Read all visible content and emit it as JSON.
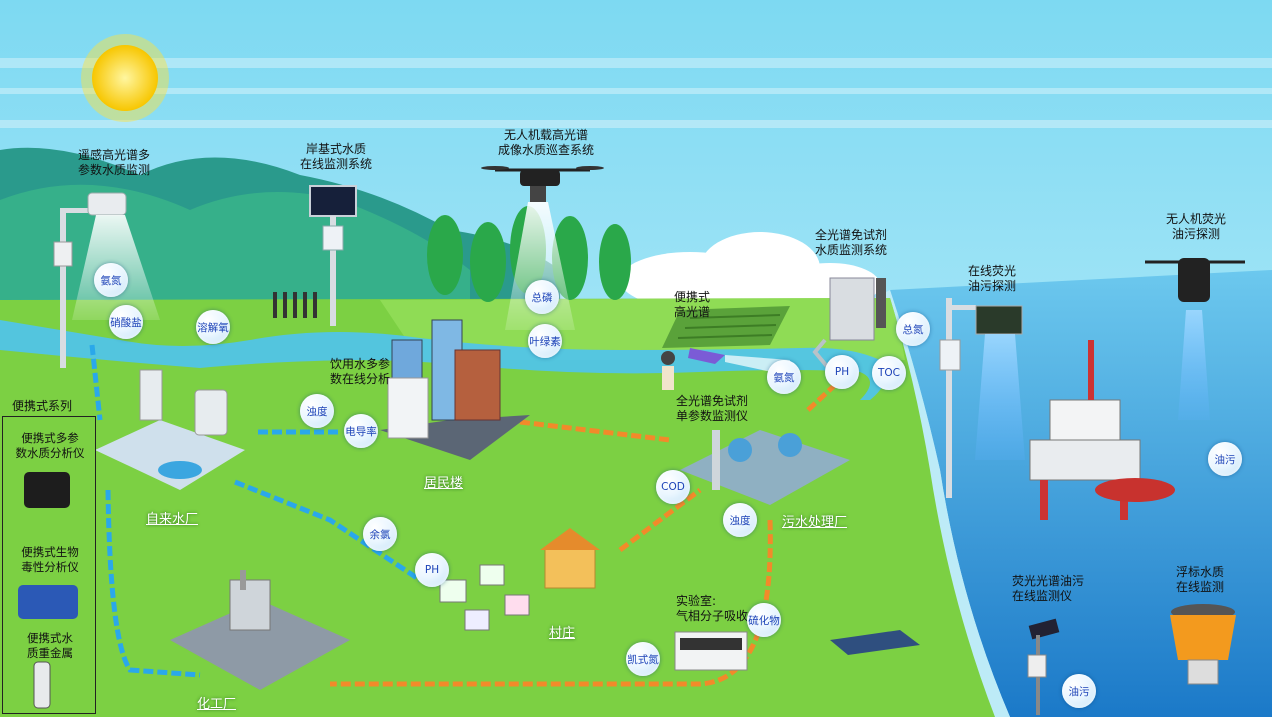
{
  "labels": {
    "remote_sensing": "遥感高光谱多\n参数水质监测",
    "shore_station": "岸基式水质\n在线监测系统",
    "uav_hyperspectral": "无人机载高光谱\n成像水质巡查系统",
    "full_spectrum_system": "全光谱免试剂\n水质监测系统",
    "online_fluor_oil": "在线荧光\n油污探测",
    "uav_fluor_oil": "无人机荧光\n油污探测",
    "portable_hyperspectral": "便携式\n高光谱",
    "drinking_water": "饮用水多参\n数在线分析",
    "full_spectrum_single": "全光谱免试剂\n单参数监测仪",
    "lab_analyzer": "实验室:\n气相分子吸收",
    "fluor_spectrum_oil": "荧光光谱油污\n在线监测仪",
    "buoy": "浮标水质\n在线监测",
    "portable_series": "便携式系列"
  },
  "places": {
    "waterworks": "自来水厂",
    "residential": "居民楼",
    "village": "村庄",
    "chemical_plant": "化工厂",
    "sewage_plant": "污水处理厂"
  },
  "portable": {
    "multi_param": "便携式多参\n数水质分析仪",
    "bio_toxicity": "便携式生物\n毒性分析仪",
    "heavy_metal": "便携式水\n质重金属"
  },
  "bubbles": {
    "ammonia_1": "氨氮",
    "nitrate": "硝酸盐",
    "dissolved_oxygen": "溶解氧",
    "total_phosphorus": "总磷",
    "chlorophyll": "叶绿素",
    "ammonia_2": "氨氮",
    "ph_1": "PH",
    "toc": "TOC",
    "total_nitrogen": "总氮",
    "turbidity_1": "浊度",
    "conductivity": "电导率",
    "cod": "COD",
    "turbidity_2": "浊度",
    "residual_chlorine": "余氯",
    "ph_2": "PH",
    "sulfide": "硫化物",
    "kjeldahl": "凯式氮",
    "oil_1": "油污",
    "oil_2": "油污"
  },
  "colors": {
    "sky": "#8fdff5",
    "grass": "#7cd043",
    "sea": "#2a95d6",
    "pipe_blue": "#2aa8ea",
    "pipe_orange": "#f28a2a",
    "bubble_text": "#1d43b8"
  }
}
